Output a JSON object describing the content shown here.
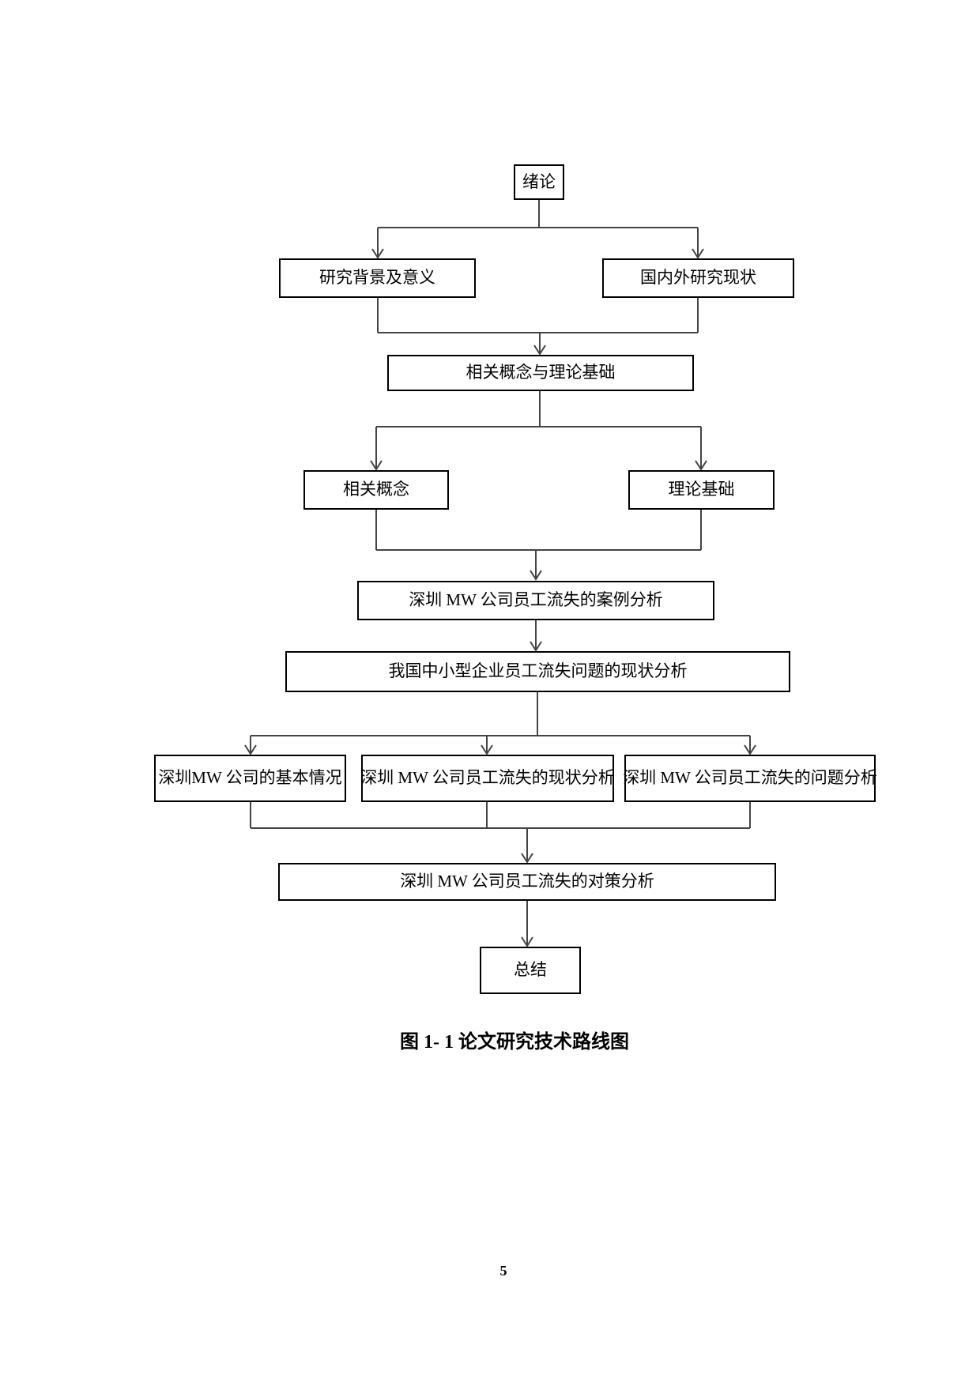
{
  "figure": {
    "caption": "图 1- 1 论文研究技术路线图"
  },
  "page": {
    "number": "5"
  },
  "colors": {
    "box_border": "#000000",
    "connector_line": "#444444",
    "background": "#ffffff",
    "text": "#000000"
  },
  "flowchart": {
    "nodes": {
      "intro": "绪论",
      "background": "研究背景及意义",
      "status_quo": "国内外研究现状",
      "concepts_theory": "相关概念与理论基础",
      "concepts": "相关概念",
      "theory": "理论基础",
      "case_analysis": "深圳 MW 公司员工流失的案例分析",
      "national_analysis": "我国中小型企业员工流失问题的现状分析",
      "basic_info": "深圳MW 公司的基本情况",
      "current_analysis": "深圳 MW 公司员工流失的现状分析",
      "problem_analysis": "深圳 MW 公司员工流失的问题分析",
      "countermeasure": "深圳 MW 公司员工流失的对策分析",
      "summary": "总结"
    }
  }
}
